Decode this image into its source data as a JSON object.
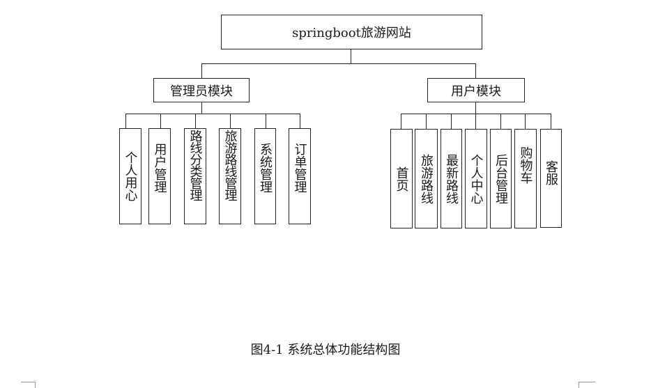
{
  "root": {
    "label": "springboot旅游网站"
  },
  "modules": [
    {
      "label": "管理员模块",
      "children": [
        "个人用心",
        "用户管理",
        "路线分类管理",
        "旅游路线管理",
        "系统管理",
        "订单管理"
      ]
    },
    {
      "label": "用户模块",
      "children": [
        "首页",
        "旅游路线",
        "最新路线",
        "个人中心",
        "后台管理",
        "购物车",
        "客服"
      ]
    }
  ],
  "caption": "图4-1  系统总体功能结构图"
}
